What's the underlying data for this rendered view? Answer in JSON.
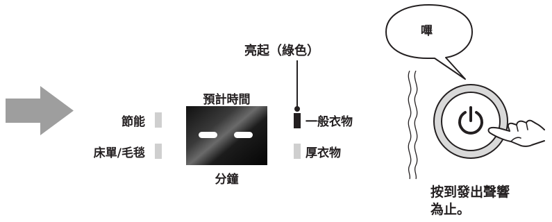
{
  "lit_green_label": "亮起（綠色）",
  "preset_time_label": "預計時間",
  "minutes_label": "分鐘",
  "left_options": [
    "節能",
    "床單/毛毯"
  ],
  "right_options": [
    "一般衣物",
    "厚衣物"
  ],
  "beep_text": "嗶",
  "instruction_line1": "按到發出聲響",
  "instruction_line2": "為止。",
  "display_value": "– –",
  "colors": {
    "arrow": "#9e9e9e",
    "indicator_off": "#cfcfcf",
    "indicator_on": "#231f20",
    "text": "#231f20"
  },
  "icons": [
    "right-arrow-icon",
    "power-icon",
    "pointing-hand-icon",
    "vibration-lines-icon"
  ]
}
